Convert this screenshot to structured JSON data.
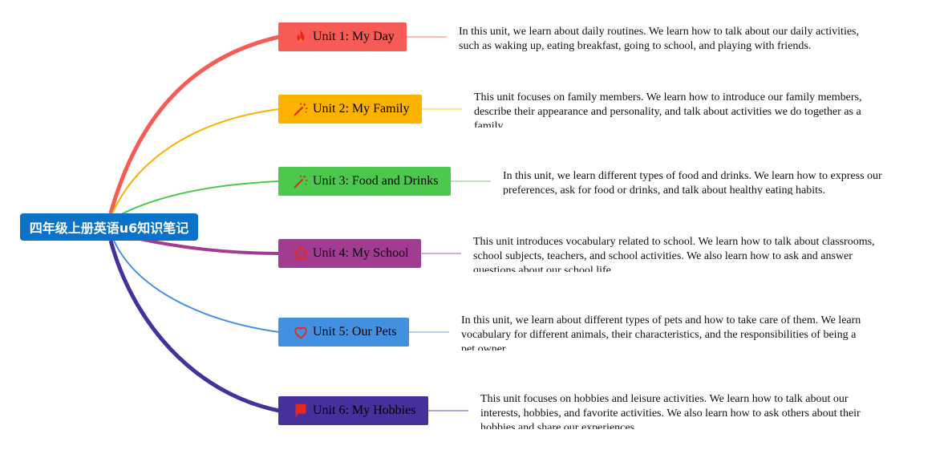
{
  "root": {
    "label": "四年级上册英语u6知识笔记"
  },
  "units": [
    {
      "title": "Unit 1: My Day",
      "icon": "fire-icon",
      "color": "#f65c55",
      "description": "In this unit, we learn about daily routines. We learn how to talk about our daily activities, such as waking up, eating breakfast, going to school, and playing with friends."
    },
    {
      "title": "Unit 2: My Family",
      "icon": "magic-wand-icon",
      "color": "#fbb200",
      "description": "This unit focuses on family members. We learn how to introduce our family members, describe their appearance and personality, and talk about activities we do together as a family."
    },
    {
      "title": "Unit 3: Food and Drinks",
      "icon": "magic-wand-icon",
      "color": "#4cc94c",
      "description": "In this unit, we learn different types of food and drinks. We learn how to express our preferences, ask for food or drinks, and talk about healthy eating habits."
    },
    {
      "title": "Unit 4: My School",
      "icon": "star-icon",
      "color": "#a23c92",
      "description": "This unit introduces vocabulary related to school. We learn how to talk about classrooms, school subjects, teachers, and school activities. We also learn how to ask and answer questions about our school life."
    },
    {
      "title": "Unit 5: Our Pets",
      "icon": "heart-icon",
      "color": "#4490e0",
      "description": "In this unit, we learn about different types of pets and how to take care of them. We learn vocabulary for different animals, their characteristics, and the responsibilities of being a pet owner."
    },
    {
      "title": "Unit 6: My Hobbies",
      "icon": "flag-icon",
      "color": "#46309b",
      "description": "This unit focuses on hobbies and leisure activities. We learn how to talk about our interests, hobbies, and favorite activities. We also learn how to ask others about their hobbies and share our experiences."
    }
  ]
}
